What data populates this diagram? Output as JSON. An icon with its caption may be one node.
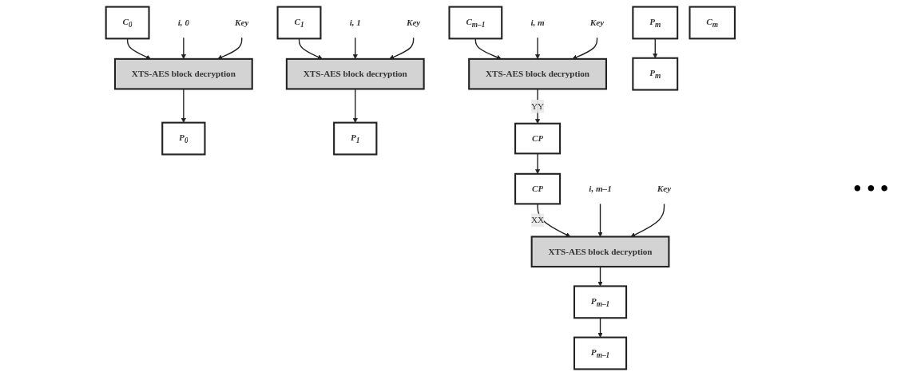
{
  "diagram": {
    "nodes": [
      {
        "text": [
          "C$_{0}$"
        ]
      },
      {
        "text": [
          "i, 0"
        ]
      },
      {
        "text": [
          "Key"
        ]
      },
      {
        "text": [
          "XTS-AES block decryption"
        ]
      },
      {
        "text": [
          "P$_{0}$"
        ]
      },
      {
        "text": [
          "C$_{1}$"
        ]
      },
      {
        "text": [
          "i, 1"
        ]
      },
      {
        "text": [
          "Key"
        ]
      },
      {
        "text": [
          "XTS-AES block decryption"
        ]
      },
      {
        "text": [
          "P$_{1}$"
        ]
      },
      {
        "text": [
          "C$_{m–1}$"
        ]
      },
      {
        "text": [
          "i, m"
        ]
      },
      {
        "text": [
          "Key"
        ]
      },
      {
        "text": [
          "XTS-AES block decryption"
        ]
      },
      {
        "text": [
          "P$_{m}$"
        ]
      },
      {
        "text": [
          "CP"
        ]
      },
      {
        "text": [
          "C$_{m}$"
        ]
      },
      {
        "text": [
          "CP"
        ]
      },
      {
        "text": [
          "i, m–1"
        ]
      },
      {
        "text": [
          "Key"
        ]
      },
      {
        "text": [
          "XTS-AES block decryption"
        ]
      },
      {
        "text": [
          "P$_{m–1}$"
        ]
      },
      {
        "text": [
          "P$_{m–1}$"
        ]
      },
      {
        "text": [
          "P$_{m}$"
        ]
      }
    ],
    "edges": [
      {
        "from": 0,
        "to": 3,
        "arrow": "to"
      },
      {
        "from": 1,
        "to": 3,
        "arrow": "to"
      },
      {
        "from": 2,
        "to": 3,
        "arrow": "to"
      },
      {
        "from": 3,
        "to": 4,
        "arrow": "to"
      },
      {
        "from": 5,
        "to": 8,
        "arrow": "to"
      },
      {
        "from": 6,
        "to": 8,
        "arrow": "to"
      },
      {
        "from": 7,
        "to": 8,
        "arrow": "to"
      },
      {
        "from": 8,
        "to": 9,
        "arrow": "to"
      },
      {
        "from": 10,
        "to": 13,
        "arrow": "to"
      },
      {
        "from": 11,
        "to": 13,
        "arrow": "to"
      },
      {
        "from": 12,
        "to": 13,
        "arrow": "to"
      },
      {
        "from": 13,
        "to": 15,
        "label": "YY",
        "arrow": "to"
      },
      {
        "from": 15,
        "to": 17,
        "arrow": "to"
      },
      {
        "from": 17,
        "to": 20,
        "label": "XX",
        "arrow": "to"
      },
      {
        "from": 18,
        "to": 20,
        "arrow": "to"
      },
      {
        "from": 19,
        "to": 20,
        "arrow": "to"
      },
      {
        "from": 20,
        "to": 21,
        "arrow": "to"
      },
      {
        "from": 14,
        "to": 23,
        "arrow": "to"
      },
      {
        "from": 21,
        "to": 22,
        "arrow": "to"
      }
    ],
    "labels": [
      "• • •"
    ]
  }
}
